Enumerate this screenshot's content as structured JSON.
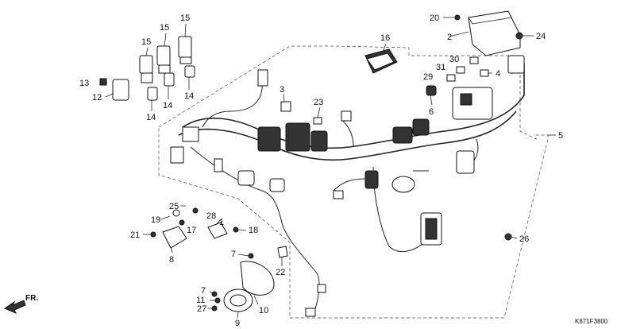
{
  "diagram": {
    "code": "K871F3800",
    "direction_label": "FR.",
    "callouts": [
      "2",
      "3",
      "4",
      "5",
      "6",
      "7",
      "7",
      "8",
      "9",
      "10",
      "11",
      "12",
      "13",
      "14",
      "14",
      "14",
      "15",
      "15",
      "15",
      "16",
      "17",
      "18",
      "19",
      "20",
      "21",
      "22",
      "23",
      "24",
      "25",
      "26",
      "27",
      "28",
      "29",
      "30",
      "31",
      "1"
    ]
  }
}
